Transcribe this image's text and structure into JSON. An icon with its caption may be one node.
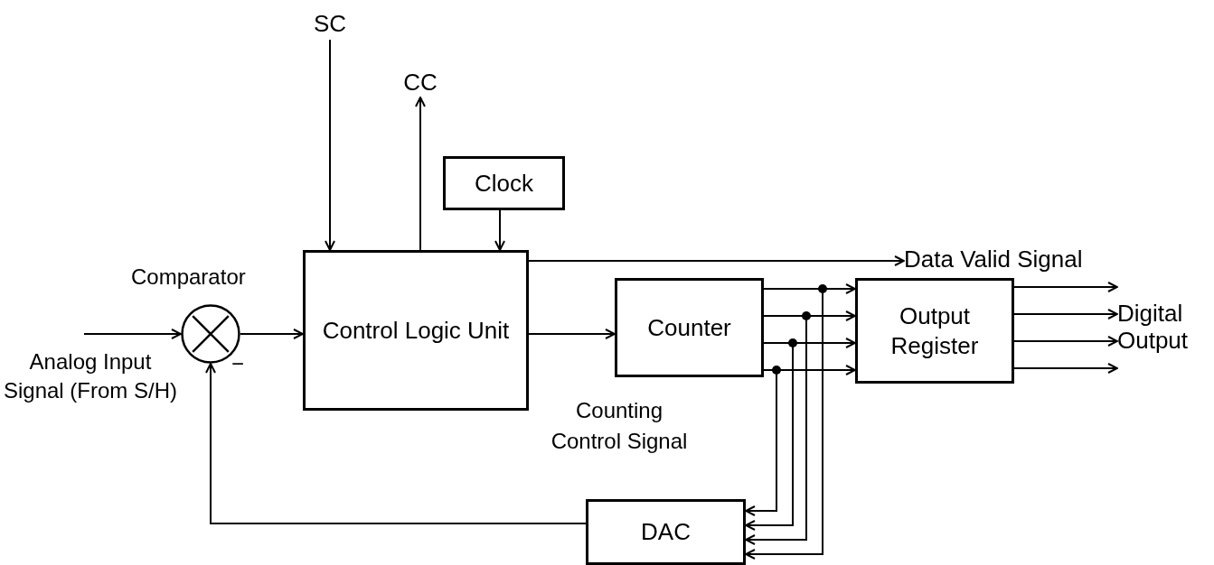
{
  "diagram": {
    "nodes": [
      {
        "text": [
          "SC"
        ]
      },
      {
        "text": [
          "CC"
        ]
      },
      {
        "text": [
          "Clock"
        ]
      },
      {
        "text": [
          "Control Logic Unit"
        ]
      },
      {
        "text": [],
        "shape": "circle",
        "beside": [
          "Comparator"
        ]
      },
      {
        "text": [
          "Counter"
        ]
      },
      {
        "text": [
          "Output Register"
        ]
      },
      {
        "text": [
          "DAC"
        ]
      },
      {
        "text": [
          "Data Valid Signal"
        ]
      },
      {
        "text": [
          "Digital Output"
        ]
      }
    ],
    "edges": [
      {
        "from": 0,
        "to": 3,
        "arrow": "to"
      },
      {
        "from": 3,
        "to": 1,
        "arrow": "to"
      },
      {
        "from": 2,
        "to": 3,
        "arrow": "to"
      },
      {
        "from": null,
        "to": 4,
        "arrow": "to"
      },
      {
        "from": 4,
        "to": 3,
        "arrow": "to"
      },
      {
        "from": 3,
        "to": 5,
        "arrow": "to",
        "label": "Counting Control Signal"
      },
      {
        "from": 3,
        "to": 8,
        "arrow": "to"
      },
      {
        "from": 5,
        "to": 6,
        "arrow": "to"
      },
      {
        "from": 5,
        "to": 6,
        "arrow": "to"
      },
      {
        "from": 5,
        "to": 6,
        "arrow": "to"
      },
      {
        "from": 5,
        "to": 6,
        "arrow": "to"
      },
      {
        "from": 5,
        "to": 7,
        "arrow": "to"
      },
      {
        "from": 5,
        "to": 7,
        "arrow": "to"
      },
      {
        "from": 5,
        "to": 7,
        "arrow": "to"
      },
      {
        "from": 5,
        "to": 7,
        "arrow": "to"
      },
      {
        "from": 6,
        "to": 9,
        "arrow": "to"
      },
      {
        "from": 6,
        "to": 9,
        "arrow": "to"
      },
      {
        "from": 6,
        "to": 9,
        "arrow": "to"
      },
      {
        "from": 6,
        "to": 9,
        "arrow": "to"
      },
      {
        "from": 7,
        "to": 4,
        "arrow": "to"
      }
    ],
    "labels": [
      "Analog Input Signal (From S/H)",
      "−"
    ]
  }
}
